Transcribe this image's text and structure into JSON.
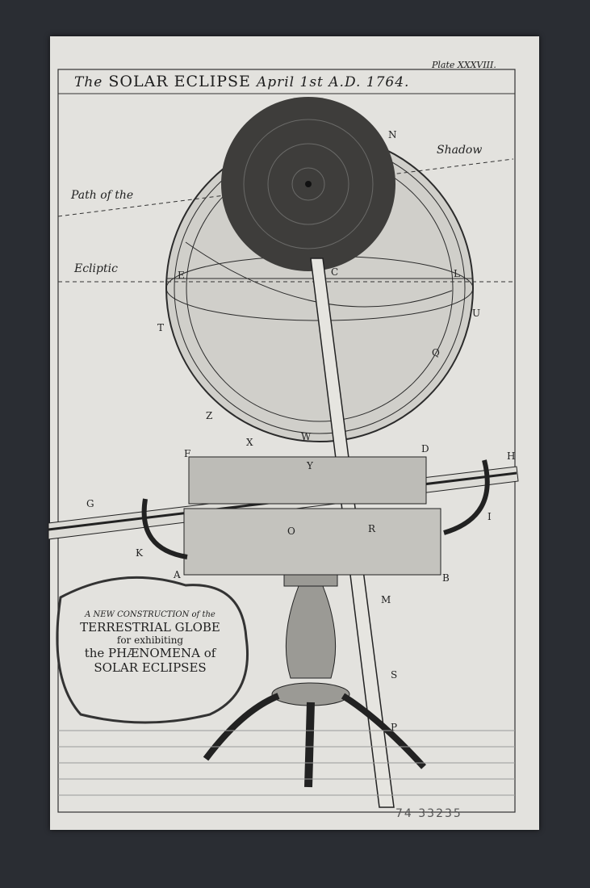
{
  "plate": "Plate XXXVIII.",
  "title": {
    "prefix": "The",
    "main": "SOLAR ECLIPSE",
    "date": "April 1st A.D. 1764."
  },
  "annotations": {
    "path": "Path of the",
    "shadow": "Shadow",
    "ecliptic": "Ecliptic"
  },
  "letters": {
    "N": "N",
    "E": "E",
    "C": "C",
    "L": "L",
    "U": "U",
    "T": "T",
    "Q": "Q",
    "Z": "Z",
    "X": "X",
    "W": "W",
    "Y": "Y",
    "F": "F",
    "D": "D",
    "H": "H",
    "G": "G",
    "I": "I",
    "K": "K",
    "O": "O",
    "R": "R",
    "A": "A",
    "B": "B",
    "M": "M",
    "S": "S",
    "P": "P"
  },
  "cartouche": {
    "line1": "A NEW CONSTRUCTION of the",
    "line2": "TERRESTRIAL GLOBE",
    "line3": "for exhibiting",
    "line4": "the PHÆNOMENA of",
    "line5": "SOLAR ECLIPSES"
  },
  "handwritten": "74 33235",
  "colors": {
    "background": "#2a2d33",
    "paper": "#e3e2de",
    "ink": "#1d1d1d"
  }
}
